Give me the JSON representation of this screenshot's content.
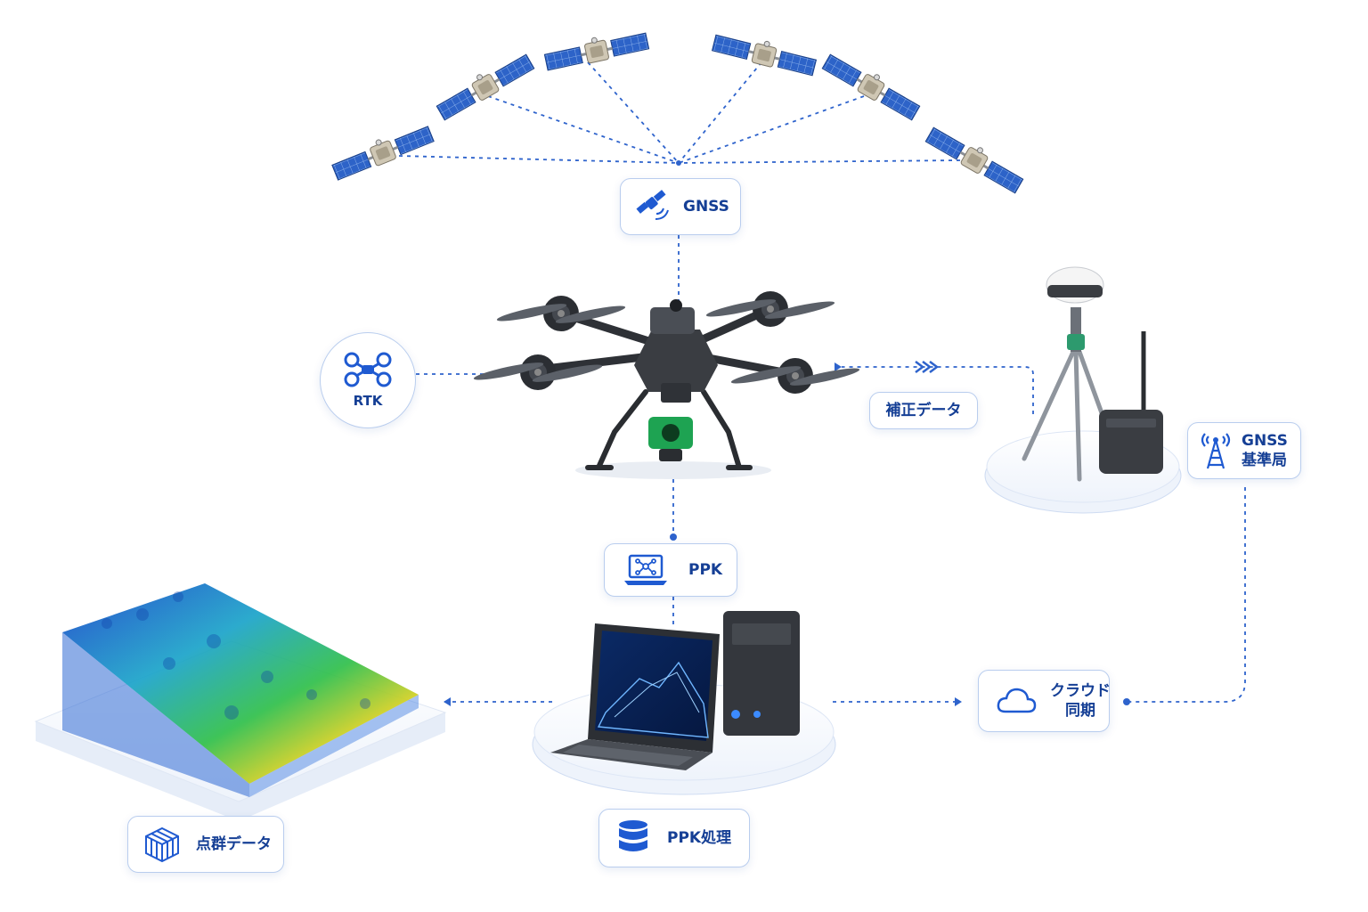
{
  "colors": {
    "accent": "#1f5ad1",
    "text": "#153f95",
    "card_border": "#b9cdee",
    "panel_blue": "#2d63c8",
    "drone_body": "#3a3d42",
    "camera_green": "#1ea352"
  },
  "nodes": {
    "gnss": {
      "label": "GNSS",
      "icon": "satellite-signal-icon"
    },
    "rtk": {
      "label": "RTK",
      "icon": "drone-icon"
    },
    "correction": {
      "label": "補正データ"
    },
    "base_station": {
      "line1": "GNSS",
      "line2": "基準局",
      "icon": "radio-tower-icon"
    },
    "ppk": {
      "label": "PPK",
      "icon": "laptop-network-icon"
    },
    "cloud": {
      "line1": "クラウド",
      "line2": "同期",
      "icon": "cloud-icon"
    },
    "point_cloud": {
      "label": "点群データ",
      "icon": "cube-grid-icon"
    },
    "ppk_processing": {
      "label": "PPK処理",
      "icon": "database-icon"
    }
  }
}
